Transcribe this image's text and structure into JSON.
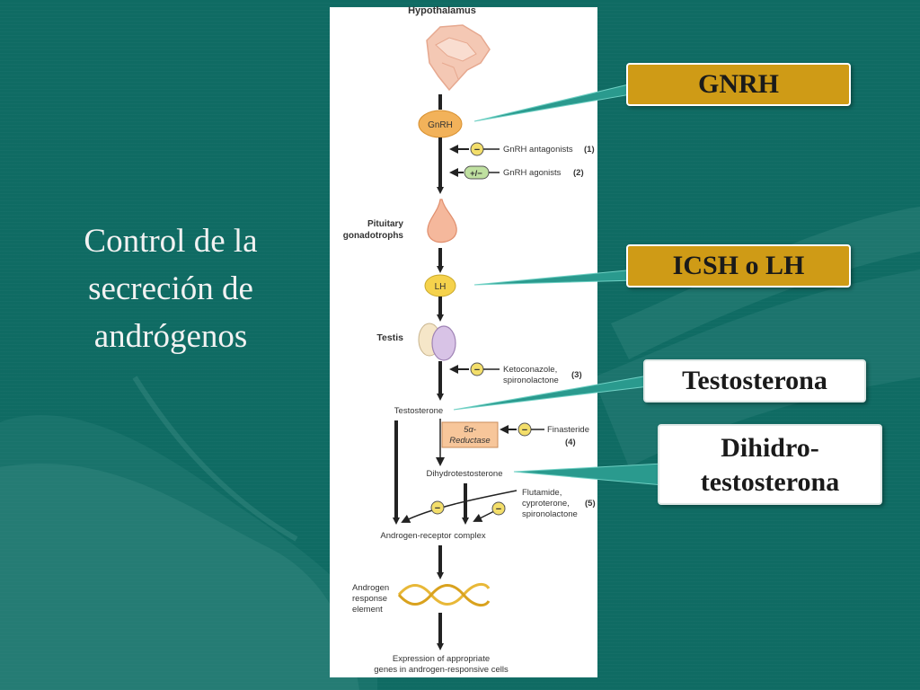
{
  "slide": {
    "title_lines": [
      "Control de la",
      "secreción de",
      "andrógenos"
    ]
  },
  "callouts": {
    "gnrh": "GNRH",
    "lh": "ICSH o LH",
    "testosterone": "Testosterona",
    "dht_line1": "Dihidro-",
    "dht_line2": "testosterona"
  },
  "diagram": {
    "hypothalamus": "Hypothalamus",
    "gnrh_node": "GnRH",
    "minus": "−",
    "plus_minus": "+/−",
    "gnrh_antagonists": "GnRH antagonists",
    "ref1": "(1)",
    "gnrh_agonists": "GnRH agonists",
    "ref2": "(2)",
    "pituitary_line1": "Pituitary",
    "pituitary_line2": "gonadotrophs",
    "lh_node": "LH",
    "testis": "Testis",
    "keto_line1": "Ketoconazole,",
    "keto_line2": "spironolactone",
    "ref3": "(3)",
    "testosterone": "Testosterone",
    "reductase_line1": "5α-",
    "reductase_line2": "Reductase",
    "finasteride": "Finasteride",
    "ref4": "(4)",
    "dht": "Dihydrotestosterone",
    "flut_line1": "Flutamide,",
    "flut_line2": "cyproterone,",
    "flut_line3": "spironolactone",
    "ref5": "(5)",
    "arc": "Androgen-receptor complex",
    "are_line1": "Androgen",
    "are_line2": "response",
    "are_line3": "element",
    "expr_line1": "Expression of appropriate",
    "expr_line2": "genes in androgen-responsive cells"
  },
  "colors": {
    "background": "#0f6b63",
    "gold_callout": "#cf9b16",
    "gnrh_node": "#f2b25a",
    "lh_node": "#f5d24c",
    "inhibitor": "#f3de6a",
    "agonist": "#bfe0a0",
    "reductase_box": "#f7c69a",
    "dna": "#e8b838"
  }
}
